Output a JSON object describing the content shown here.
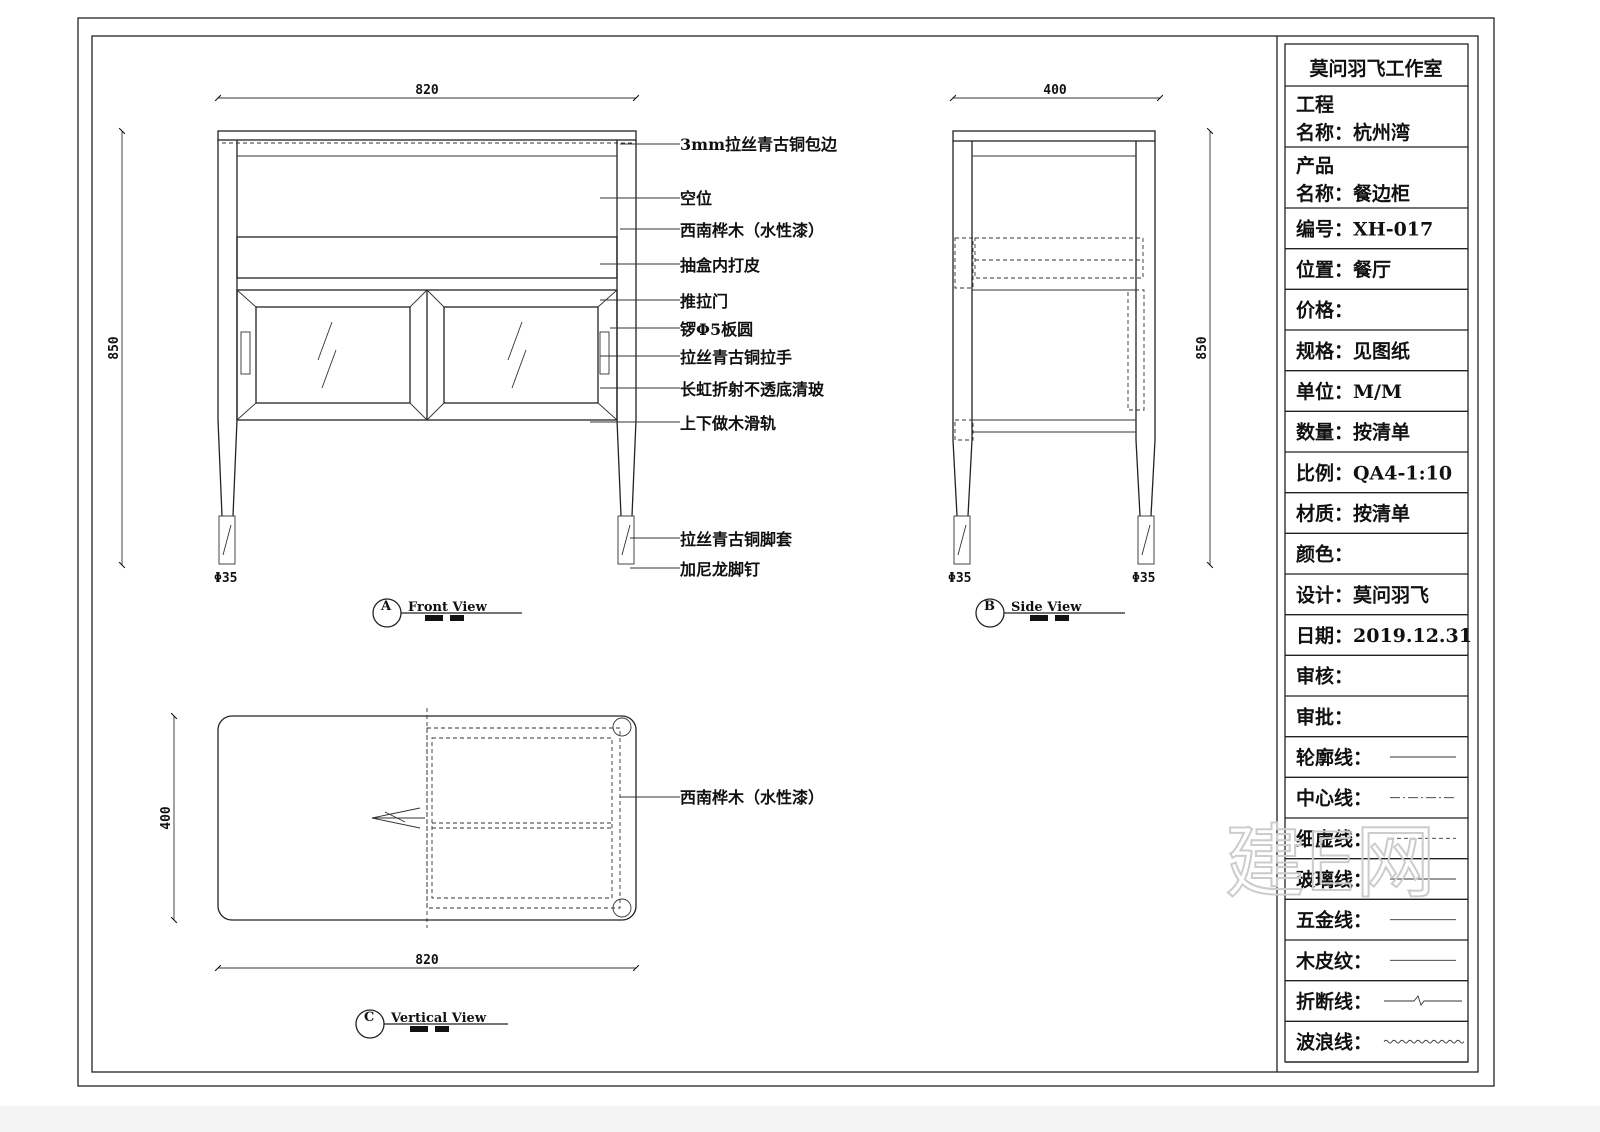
{
  "title_block": {
    "studio": "莫问羽飞工作室",
    "rows": [
      {
        "label": "工程",
        "label2": "名称：杭州湾"
      },
      {
        "label": "产品",
        "label2": "名称：餐边柜"
      },
      {
        "label": "编号：XH-017"
      },
      {
        "label": "位置：餐厅"
      },
      {
        "label": "价格："
      },
      {
        "label": "规格：见图纸"
      },
      {
        "label": "单位：M/M"
      },
      {
        "label": "数量：按清单"
      },
      {
        "label": "比例：QA4-1:10"
      },
      {
        "label": "材质：按清单"
      },
      {
        "label": "颜色："
      },
      {
        "label": "设计：莫问羽飞"
      },
      {
        "label": "日期：2019.12.31"
      },
      {
        "label": "审核："
      },
      {
        "label": "审批："
      },
      {
        "label": "轮廓线："
      },
      {
        "label": "中心线："
      },
      {
        "label": "细虚线："
      },
      {
        "label": "玻璃线："
      },
      {
        "label": "五金线："
      },
      {
        "label": "木皮纹："
      },
      {
        "label": "折断线："
      },
      {
        "label": "波浪线："
      }
    ]
  },
  "front_view": {
    "title_letter": "A",
    "title": "Front View",
    "width_dim": "820",
    "height_dim": "850",
    "leg_dim": "Φ35",
    "callouts": [
      "3mm拉丝青古铜包边",
      "空位",
      "西南桦木（水性漆）",
      "抽盒内打皮",
      "推拉门",
      "锣Φ5板圆",
      "拉丝青古铜拉手",
      "长虹折射不透底清玻",
      "上下做木滑轨",
      "拉丝青古铜脚套",
      "加尼龙脚钉"
    ]
  },
  "side_view": {
    "title_letter": "B",
    "title": "Side View",
    "width_dim": "400",
    "height_dim": "850",
    "leg_dim": "Φ35"
  },
  "plan_view": {
    "title_letter": "C",
    "title": "Vertical View",
    "width_dim": "820",
    "depth_dim": "400",
    "callout": "西南桦木（水性漆）"
  }
}
